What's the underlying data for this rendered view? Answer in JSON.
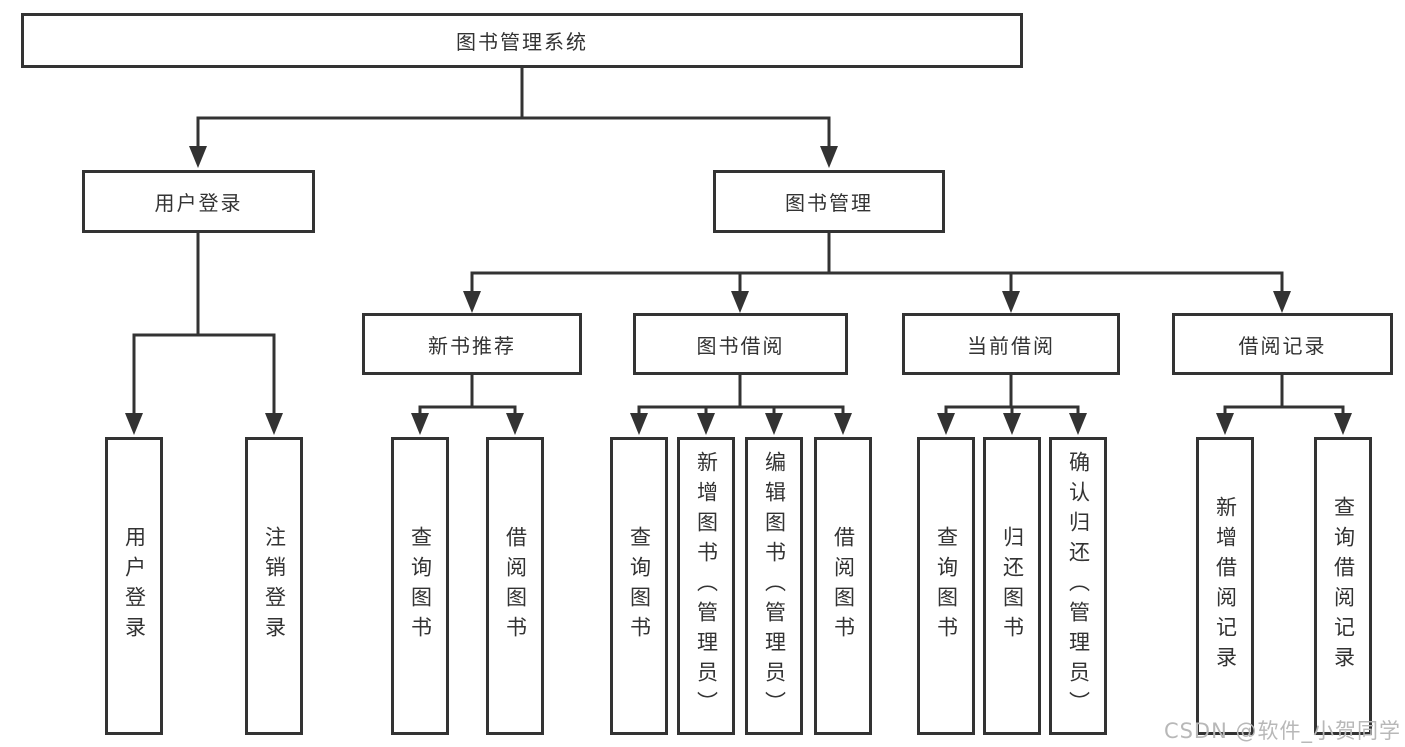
{
  "diagram": {
    "root": {
      "label": "图书管理系统"
    },
    "level2": [
      {
        "label": "用户登录"
      },
      {
        "label": "图书管理"
      }
    ],
    "level3": [
      {
        "label": "新书推荐"
      },
      {
        "label": "图书借阅"
      },
      {
        "label": "当前借阅"
      },
      {
        "label": "借阅记录"
      }
    ],
    "leaves": [
      {
        "label": "用户登录",
        "parent": "用户登录"
      },
      {
        "label": "注销登录",
        "parent": "用户登录"
      },
      {
        "label": "查询图书",
        "parent": "新书推荐"
      },
      {
        "label": "借阅图书",
        "parent": "新书推荐"
      },
      {
        "label": "查询图书",
        "parent": "图书借阅"
      },
      {
        "label": "新增图书（管理员）",
        "parent": "图书借阅"
      },
      {
        "label": "编辑图书（管理员）",
        "parent": "图书借阅"
      },
      {
        "label": "借阅图书",
        "parent": "图书借阅"
      },
      {
        "label": "查询图书",
        "parent": "当前借阅"
      },
      {
        "label": "归还图书",
        "parent": "当前借阅"
      },
      {
        "label": "确认归还（管理员）",
        "parent": "当前借阅"
      },
      {
        "label": "新增借阅记录",
        "parent": "借阅记录"
      },
      {
        "label": "查询借阅记录",
        "parent": "借阅记录"
      }
    ],
    "colors": {
      "line": "#333333",
      "text": "#333333",
      "box_background": "#ffffff",
      "page_background": "#ffffff",
      "watermark": "#b8b8b8"
    }
  },
  "watermark": {
    "text": "CSDN @软件_小贺同学"
  }
}
